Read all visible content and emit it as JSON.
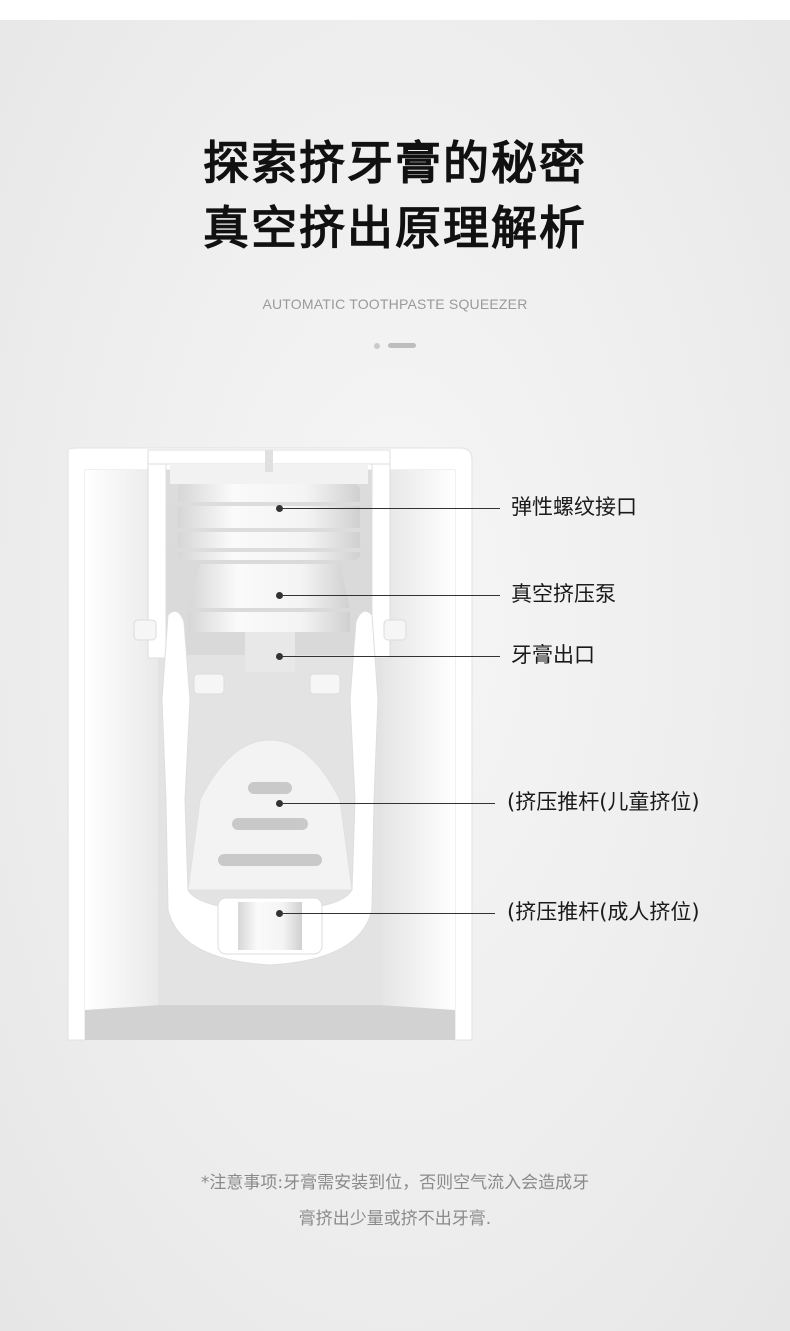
{
  "header": {
    "title_line1": "探索挤牙膏的秘密",
    "title_line2": "真空挤出原理解析",
    "subtitle": "AUTOMATIC TOOTHPASTE SQUEEZER"
  },
  "callouts": [
    {
      "label": "弹性螺纹接口"
    },
    {
      "label": "真空挤压泵"
    },
    {
      "label": "牙膏出口"
    },
    {
      "label": "(挤压推杆(儿童挤位)"
    },
    {
      "label": "(挤压推杆(成人挤位)"
    }
  ],
  "footer": {
    "note_line1": "*注意事项:牙膏需安装到位，否则空气流入会造成牙",
    "note_line2": "膏挤出少量或挤不出牙膏."
  },
  "colors": {
    "background": "#eeeeee",
    "device": "#ffffff",
    "text": "#111111",
    "note_text": "#8a8a8a"
  }
}
